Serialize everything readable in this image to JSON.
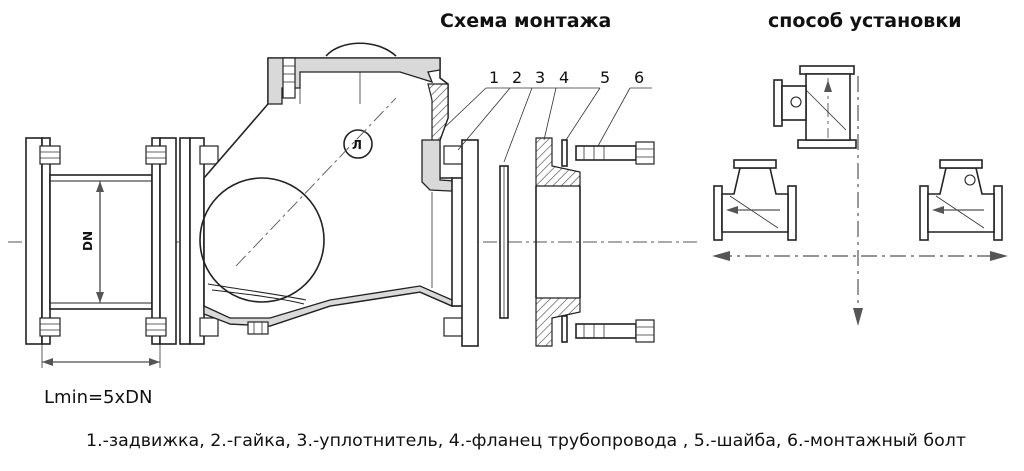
{
  "titles": {
    "mounting_scheme": "Схема монтажа",
    "installation_method": "способ установки"
  },
  "part_numbers": [
    "1",
    "2",
    "3",
    "4",
    "5",
    "6"
  ],
  "dimension_labels": {
    "dn": "DN",
    "lmin": "Lmin=5xDN"
  },
  "caption": "1.-задвижка, 2.-гайка, 3.-уплотнитель, 4.-фланец трубопровода , 5.-шайба, 6.-монтажный болт"
}
